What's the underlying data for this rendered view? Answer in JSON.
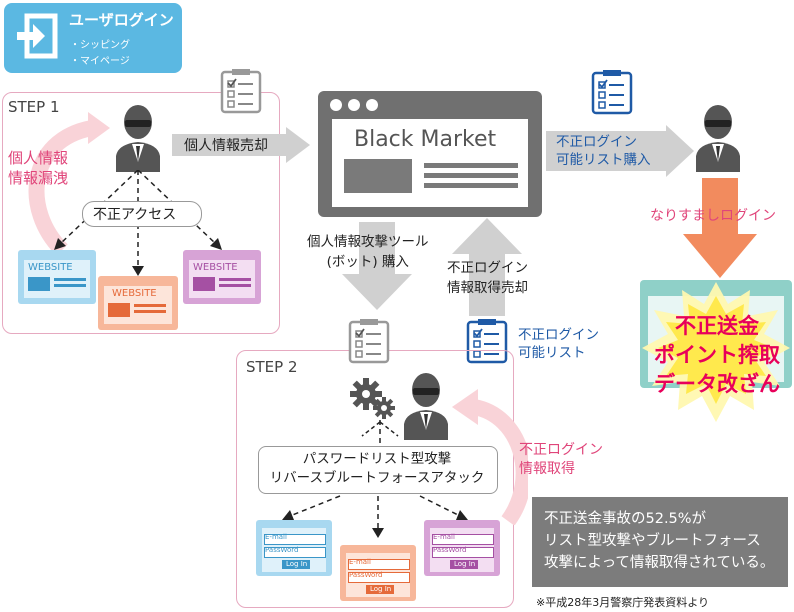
{
  "login": {
    "title": "ユーザログイン",
    "items": [
      "・シッピング",
      "・マイページ"
    ]
  },
  "step1": {
    "label": "STEP 1",
    "leak_label": "個人情報\n情報漏洩",
    "access_label": "不正アクセス",
    "website_label": "WEBSITE"
  },
  "market": {
    "title": "Black Market"
  },
  "flows": {
    "sell_personal": "個人情報売却",
    "buy_list": "不正ログイン\n可能リスト購入",
    "impersonation": "なりすましログイン",
    "buy_tool": "個人情報攻撃ツール\n(ボット) 購入",
    "sell_login": "不正ログイン\n情報取得売却",
    "login_list": "不正ログイン\n可能リスト",
    "obtain_login": "不正ログイン\n情報取得"
  },
  "step2": {
    "label": "STEP 2",
    "attack_label": "パスワードリスト型攻撃\nリバースブルートフォースアタック",
    "email": "E-mail",
    "password": "PassWord",
    "login_button": "Log In"
  },
  "fraud": {
    "text": "不正送金\nポイント搾取\nデータ改ざん"
  },
  "note": {
    "text": "不正送金事故の52.5%が\nリスト型攻撃やブルートフォース\n攻撃によって情報取得されている。"
  },
  "source": "※平成28年3月警察庁発表資料より",
  "colors": {
    "login_bg": "#5bb8e2",
    "step_border": "#e6a9c0",
    "pink_text": "#e0457a",
    "blue_text": "#1f5aa6",
    "arrow_gray": "#d0d0d0",
    "arrow_orange": "#f28b5e",
    "market_gray": "#707070",
    "note_bg": "#7c7c7c",
    "site_blue": "#a8d8f0",
    "site_orange": "#f7b79a",
    "site_purple": "#d7a3d6"
  }
}
